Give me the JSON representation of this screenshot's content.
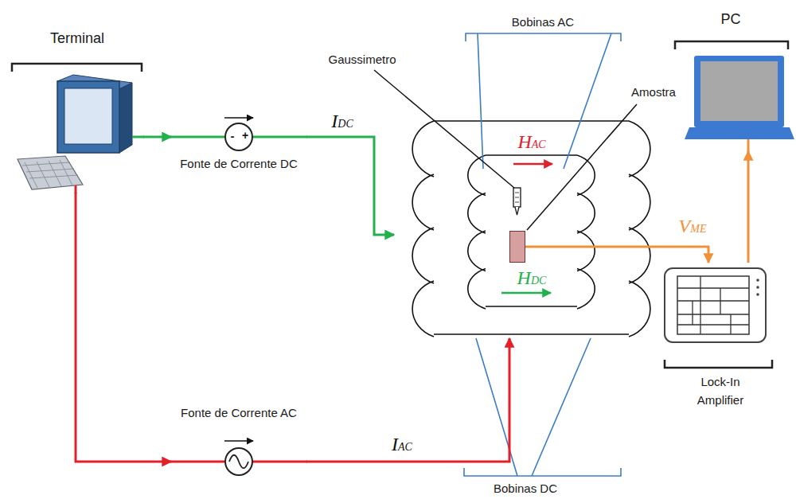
{
  "diagram": {
    "nodes": [
      {
        "text": [
          "Terminal"
        ]
      },
      {
        "text": [
          "Fonte de Corrente DC"
        ]
      },
      {
        "text": [
          "Bobinas AC",
          "Bobinas DC"
        ]
      },
      {
        "text": [
          "Amostra"
        ],
        "in": 2
      },
      {
        "text": [
          "Fonte de Corrente AC"
        ]
      },
      {
        "text": [
          "Lock-In Amplifier"
        ]
      },
      {
        "text": [
          "PC"
        ]
      }
    ],
    "edges": [
      {
        "from": 0,
        "to": 1,
        "arrow": "to"
      },
      {
        "from": 1,
        "to": 2,
        "label": "IDC",
        "arrow": "to"
      },
      {
        "from": 0,
        "to": 4,
        "arrow": "to"
      },
      {
        "from": 4,
        "to": 2,
        "label": "IAC",
        "arrow": "to"
      },
      {
        "from": 3,
        "to": 5,
        "label": "VME",
        "arrow": "to"
      },
      {
        "from": 5,
        "to": 6,
        "arrow": "to"
      }
    ],
    "labels": [
      "-",
      "+",
      "Gaussimetro",
      "HAC",
      "HDC"
    ]
  }
}
